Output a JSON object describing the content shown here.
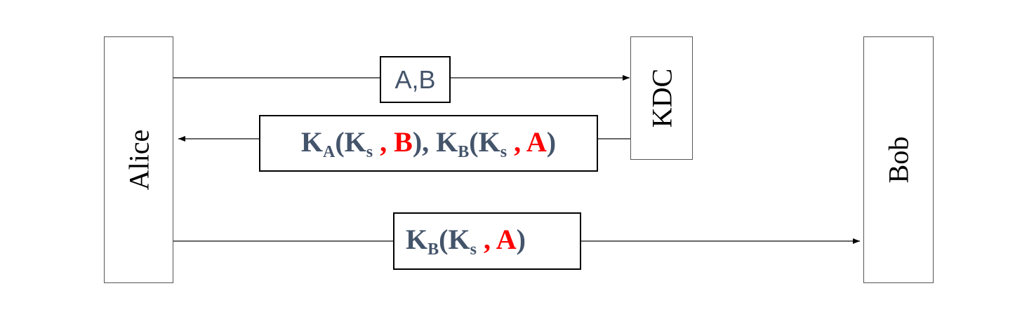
{
  "entities": {
    "alice": "Alice",
    "kdc": "KDC",
    "bob": "Bob"
  },
  "messages": {
    "m1": {
      "text": "A,B"
    },
    "m2": {
      "k_a": "K",
      "k_a_sub": "A",
      "open1": "(",
      "k_s1": "K",
      "k_s1_sub": "s",
      "comma1": " , ",
      "b": "B",
      "close1": "), ",
      "k_b": "K",
      "k_b_sub": "B",
      "open2": "(",
      "k_s2": "K",
      "k_s2_sub": "s",
      "comma2": " , ",
      "a": "A",
      "close2": ")"
    },
    "m3": {
      "k_b": "K",
      "k_b_sub": "B",
      "open": "(",
      "k_s": "K",
      "k_s_sub": "s",
      "comma": " , ",
      "a": "A",
      "close": ")"
    }
  },
  "colors": {
    "text": "#44546A",
    "highlight": "#FF0000"
  }
}
